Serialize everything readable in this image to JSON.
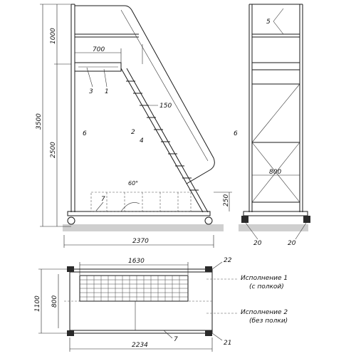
{
  "dims": {
    "height_total": "3500",
    "height_top": "1000",
    "height_lower": "2500",
    "platform_len": "700",
    "step_pitch": "150",
    "angle": "60°",
    "bottom_h": "250",
    "length_total": "2370",
    "width_side": "800",
    "plan_width": "1100",
    "plan_inner": "800",
    "plan_shelf": "1630",
    "plan_length": "2234"
  },
  "callouts": {
    "c1": "1",
    "c2": "2",
    "c3": "3",
    "c4": "4",
    "c5": "5",
    "c6a": "6",
    "c6b": "6",
    "c7a": "7",
    "c7b": "7",
    "c20a": "20",
    "c20b": "20",
    "c21": "21",
    "c22": "22"
  },
  "variants": {
    "v1_title": "Исполнение 1",
    "v1_note": "(с полкой)",
    "v2_title": "Исполнение 2",
    "v2_note": "(без полки)"
  }
}
